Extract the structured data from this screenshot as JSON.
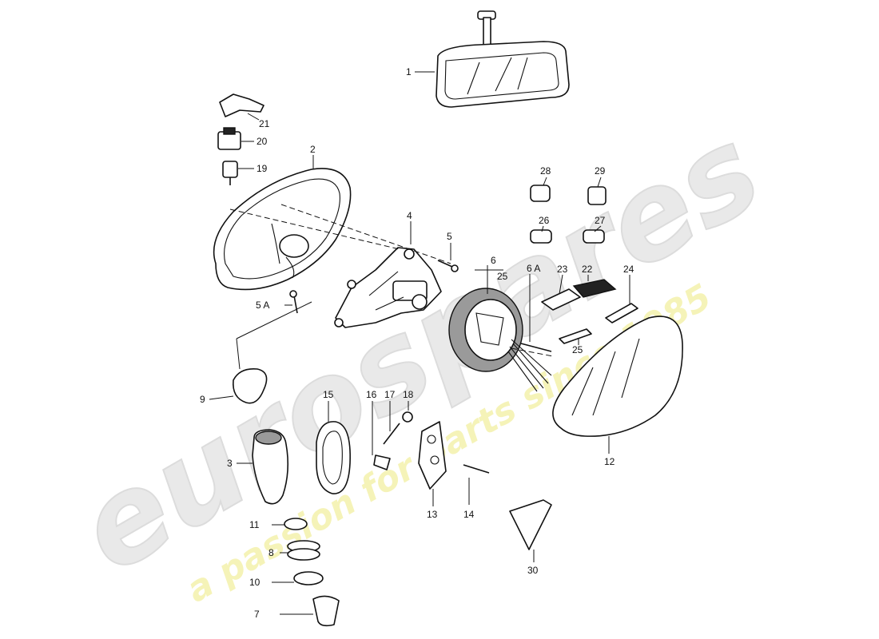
{
  "watermark": {
    "brand": "eurospares",
    "tagline": "a passion for parts since 1985",
    "brand_color": "#e9e9e9",
    "tagline_color": "#f5f3b8"
  },
  "parts": [
    {
      "id": "p1",
      "label": "1"
    },
    {
      "id": "p2",
      "label": "2"
    },
    {
      "id": "p3",
      "label": "3"
    },
    {
      "id": "p4",
      "label": "4"
    },
    {
      "id": "p5",
      "label": "5"
    },
    {
      "id": "p5a",
      "label": "5 A"
    },
    {
      "id": "p6",
      "label": "6"
    },
    {
      "id": "p6a",
      "label": "6 A"
    },
    {
      "id": "p7",
      "label": "7"
    },
    {
      "id": "p8",
      "label": "8"
    },
    {
      "id": "p9",
      "label": "9"
    },
    {
      "id": "p10",
      "label": "10"
    },
    {
      "id": "p11",
      "label": "11"
    },
    {
      "id": "p12",
      "label": "12"
    },
    {
      "id": "p13",
      "label": "13"
    },
    {
      "id": "p14",
      "label": "14"
    },
    {
      "id": "p15",
      "label": "15"
    },
    {
      "id": "p16",
      "label": "16"
    },
    {
      "id": "p17",
      "label": "17"
    },
    {
      "id": "p18",
      "label": "18"
    },
    {
      "id": "p19",
      "label": "19"
    },
    {
      "id": "p20",
      "label": "20"
    },
    {
      "id": "p21",
      "label": "21"
    },
    {
      "id": "p22",
      "label": "22"
    },
    {
      "id": "p23",
      "label": "23"
    },
    {
      "id": "p24",
      "label": "24"
    },
    {
      "id": "p25a",
      "label": "25"
    },
    {
      "id": "p25b",
      "label": "25"
    },
    {
      "id": "p26",
      "label": "26"
    },
    {
      "id": "p27",
      "label": "27"
    },
    {
      "id": "p28",
      "label": "28"
    },
    {
      "id": "p29",
      "label": "29"
    },
    {
      "id": "p30",
      "label": "30"
    }
  ]
}
